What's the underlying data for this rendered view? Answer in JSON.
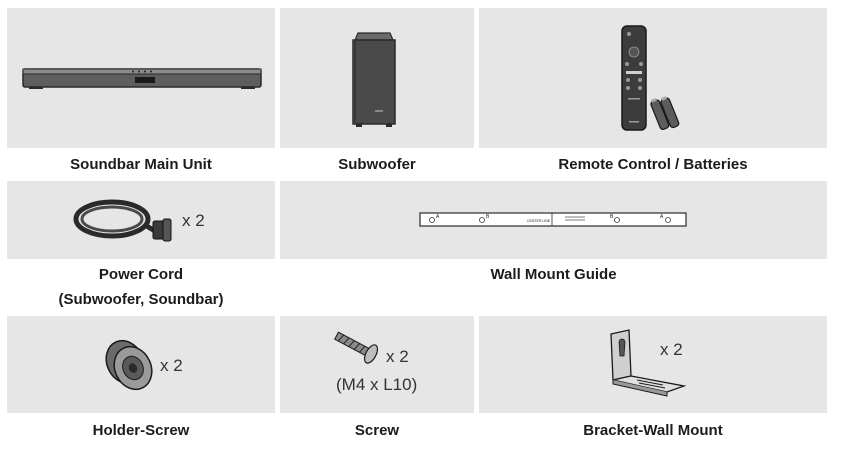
{
  "items": [
    {
      "caption": "Soundbar Main Unit",
      "icon": "soundbar-icon"
    },
    {
      "caption": "Subwoofer",
      "icon": "subwoofer-icon"
    },
    {
      "caption": "Remote Control / Batteries",
      "icon": "remote-control-icon"
    },
    {
      "caption": "Power Cord",
      "caption2": "(Subwoofer, Soundbar)",
      "quantity": "x 2",
      "icon": "power-cord-icon"
    },
    {
      "caption": "Wall Mount Guide",
      "icon": "wall-mount-guide-icon",
      "guide_labels": [
        "A",
        "B",
        "CENTER LINE",
        "B",
        "A"
      ]
    },
    {
      "caption": "Holder-Screw",
      "quantity": "x 2",
      "icon": "holder-screw-icon"
    },
    {
      "caption": "Screw",
      "quantity": "x 2",
      "spec": "(M4 x L10)",
      "icon": "screw-icon"
    },
    {
      "caption": "Bracket-Wall Mount",
      "quantity": "x 2",
      "icon": "bracket-icon"
    }
  ],
  "colors": {
    "panel": "#e6e6e6",
    "dark": "#3a3a3a",
    "mid": "#777777"
  }
}
